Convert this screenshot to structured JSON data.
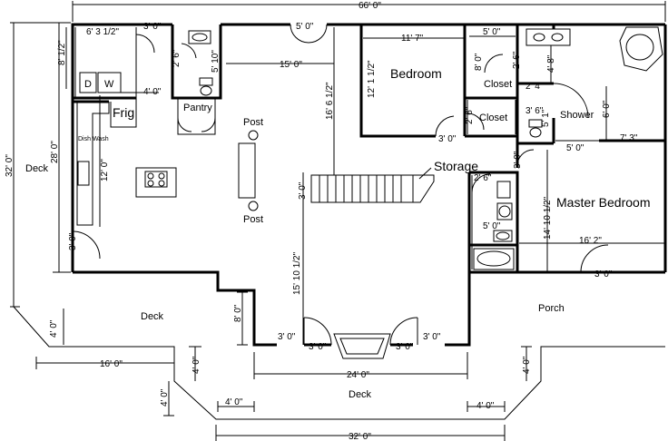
{
  "rooms": {
    "bedroom": "Bedroom",
    "master_bedroom": "Master Bedroom",
    "closet_1": "Closet",
    "closet_2": "Closet",
    "shower": "Shower",
    "pantry": "Pantry",
    "frig": "Frig",
    "storage": "Storage",
    "deck_left": "Deck",
    "deck_mid": "Deck",
    "deck_bottom": "Deck",
    "porch": "Porch",
    "post_1": "Post",
    "post_2": "Post",
    "washer": "W",
    "dryer": "D",
    "dishwasher": "Dish Wash"
  },
  "dims": {
    "overall_width": "66' 0\"",
    "overall_depth": "32' 0\"",
    "house_depth": "28' 0\"",
    "laundry_w": "6' 3 1/2\"",
    "laundry_door": "3' 0\"",
    "laundry_d": "8' 1/2\"",
    "bath1_d": "2' 6\"",
    "bath1_h": "5' 10\"",
    "laundry_4": "4' 0\"",
    "hall_15": "15' 0\"",
    "front_door_top": "5' 0\"",
    "bedroom_w": "11' 7\"",
    "bedroom_d": "12' 1 1/2\"",
    "living_16": "16' 6 1/2\"",
    "bedroom_door": "3' 0\"",
    "closet_w": "5' 0\"",
    "closet_d": "8' 0\"",
    "closet_door1": "2' 6\"",
    "closet_door2": "2' 4\"",
    "closet2_door": "2' 6\"",
    "closet2_side": "3' 6\"",
    "closet2_small": "5' 1\"",
    "shower_h": "4' 8\"",
    "shower_6": "6' 0\"",
    "shower_5": "5' 0\"",
    "shower_7": "7' 3\"",
    "kitchen_12": "12' 0\"",
    "stair_3": "3' 0\"",
    "hall_3": "3' 0\"",
    "bath2_door": "2' 6\"",
    "bath2_5": "5' 0\"",
    "master_d": "14' 10 1/2\"",
    "master_w": "16' 2\"",
    "master_door": "3' 0\"",
    "kitchen_door": "3' 0\"",
    "living_15": "15' 10 1/2\"",
    "deck_8": "8' 0\"",
    "entry_left": "3' 0\"",
    "entry_mid_l": "3' 0\"",
    "entry_mid_r": "3' 0\"",
    "entry_right": "3' 0\"",
    "deck_4_left": "4' 0\"",
    "deck_16": "16' 0\"",
    "deck_4_a": "4' 0\"",
    "entry_24": "24' 0\"",
    "deck_4_b": "4' 0\"",
    "deck_4_c": "4' 0\"",
    "deck_4_d": "4' 0\"",
    "deck_4_e": "4' 0\"",
    "deck_32": "32' 0\""
  }
}
